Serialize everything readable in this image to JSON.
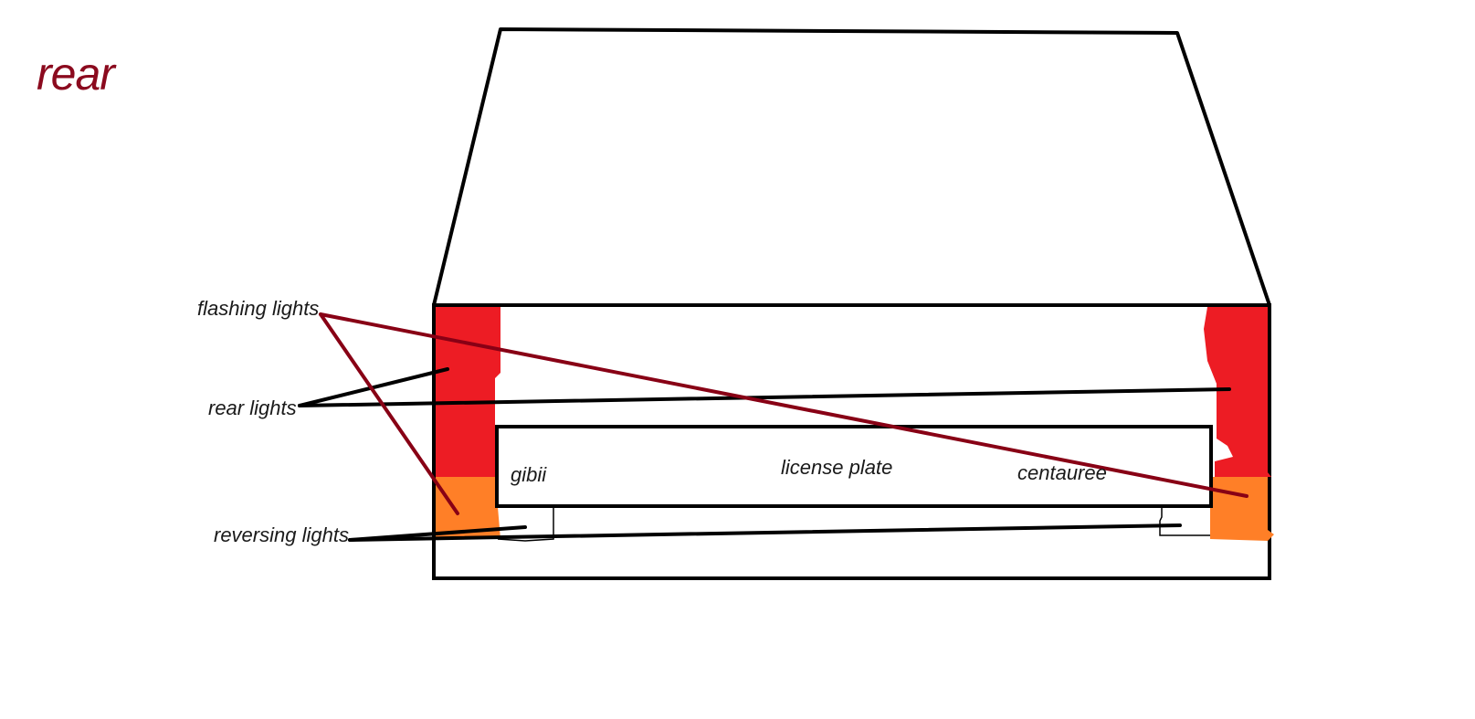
{
  "title": "rear",
  "labels": {
    "flashing_lights": "flashing lights",
    "rear_lights": "rear lights",
    "reversing_lights": "reversing lights",
    "license_plate": "license plate",
    "gibii": "gibii",
    "centauree": "centauree"
  },
  "colors": {
    "title": "#8b0a1e",
    "outline": "#000000",
    "rear_light": "#ed1c24",
    "reversing_light": "#ff7f27",
    "flashing_pointer": "#880015",
    "black_pointer": "#000000"
  }
}
